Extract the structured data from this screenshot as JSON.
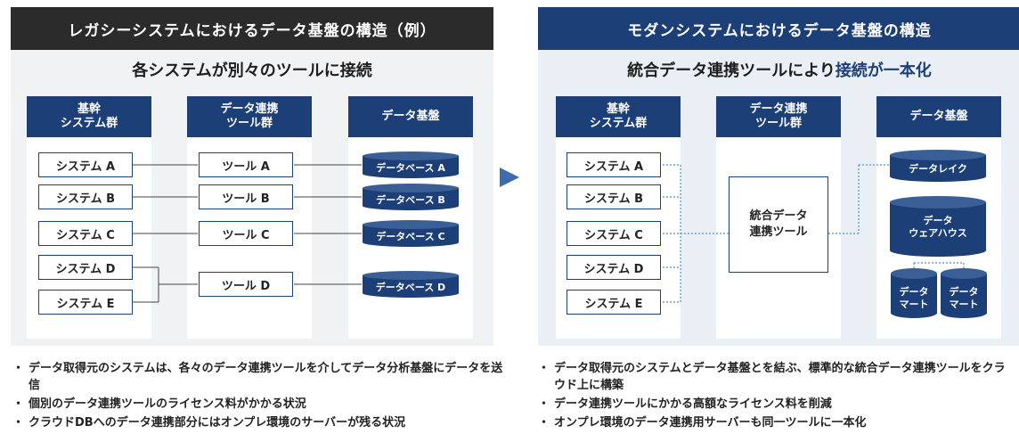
{
  "left": {
    "header": "レガシーシステムにおけるデータ基盤の構造（例）",
    "subtitle": "各システムが別々のツールに接続",
    "col_systems": "基幹\nシステム群",
    "col_tools": "データ連携\nツール群",
    "col_platform": "データ基盤",
    "systems": [
      "システム A",
      "システム B",
      "システム C",
      "システム D",
      "システム E"
    ],
    "tools": [
      "ツール A",
      "ツール B",
      "ツール C",
      "ツール D"
    ],
    "databases": [
      "データベース A",
      "データベース B",
      "データベース C",
      "データベース D"
    ],
    "bullets": [
      "データ取得元のシステムは、各々のデータ連携ツールを介してデータ分析基盤にデータを送信",
      "個別のデータ連携ツールのライセンス料がかかる状況",
      "クラウドDBへのデータ連携部分にはオンプレ環境のサーバーが残る状況"
    ]
  },
  "right": {
    "header": "モダンシステムにおけるデータ基盤の構造",
    "subtitle_plain": "統合データ連携ツールにより",
    "subtitle_emph": "接続が一本化",
    "col_systems": "基幹\nシステム群",
    "col_tools": "データ連携\nツール群",
    "col_platform": "データ基盤",
    "systems": [
      "システム A",
      "システム B",
      "システム C",
      "システム D",
      "システム E"
    ],
    "hub": "統合データ\n連携ツール",
    "data_lake": "データレイク",
    "warehouse": "データ\nウェアハウス",
    "marts": [
      "データ\nマート",
      "データ\nマート"
    ],
    "bullets": [
      "データ取得元のシステムとデータ基盤とを結ぶ、標準的な統合データ連携ツールをクラウド上に構築",
      "データ連携ツールにかかる高額なライセンス料を削減",
      "オンプレ環境のデータ連携用サーバーも同一ツールに一本化"
    ]
  },
  "colors": {
    "navy": "#1c3f77",
    "dark_header": "#2b2b2b",
    "arrow": "#3b6cb0",
    "dotted": "#4a90d9"
  }
}
